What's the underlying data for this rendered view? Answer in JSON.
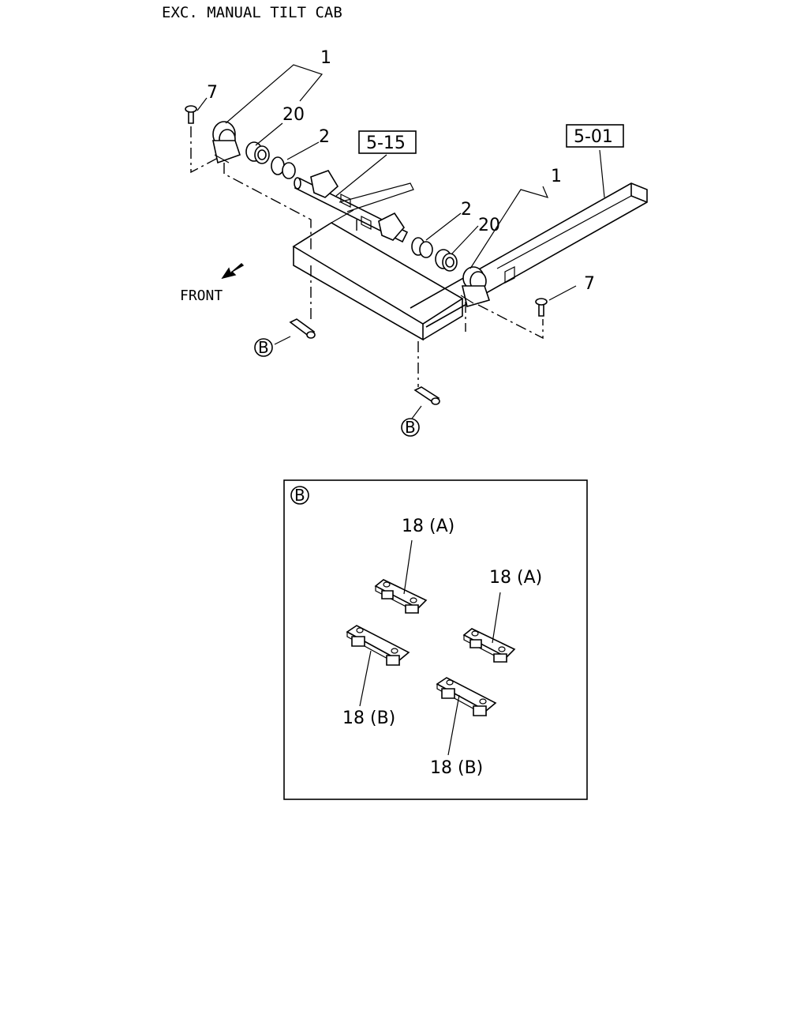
{
  "title": "EXC. MANUAL TILT CAB",
  "front_label": "FRONT",
  "ref_boxes": [
    "5-15",
    "5-01"
  ],
  "callouts": {
    "bracket_left": "1",
    "bracket_right": "1",
    "bolt_left": "7",
    "bolt_right": "7",
    "bushing_left": "2",
    "bushing_right": "2",
    "rubber_left": "20",
    "rubber_right": "20"
  },
  "circle_ref": "B",
  "detail": {
    "badge": "B",
    "plate_a1": "18 (A)",
    "plate_a2": "18 (A)",
    "plate_b1": "18 (B)",
    "plate_b2": "18 (B)"
  }
}
